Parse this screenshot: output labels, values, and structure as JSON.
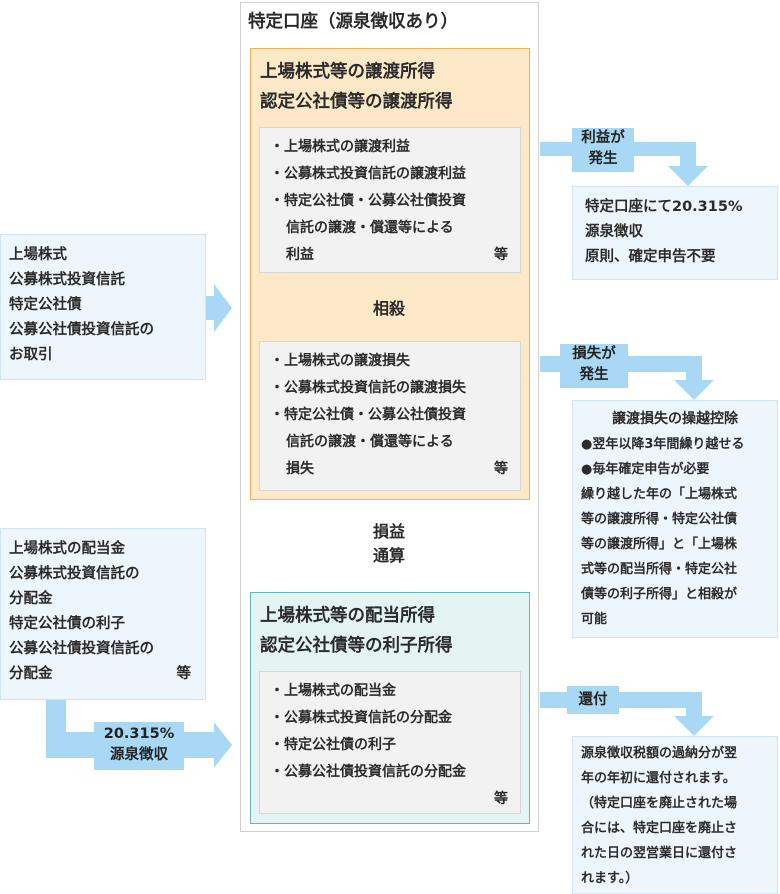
{
  "main": {
    "title": "特定口座（源泉徴収あり）",
    "transfer_section": {
      "heading": [
        "上場株式等の譲渡所得",
        "認定公社債等の譲渡所得"
      ],
      "profit_items": [
        "・上場株式の譲渡利益",
        "・公募株式投資信託の譲渡利益",
        "・特定公社債・公募公社債投資",
        "信託の譲渡・償還等による",
        "利益"
      ],
      "profit_etc": "等",
      "offset_label": "相殺",
      "loss_items": [
        "・上場株式の譲渡損失",
        "・公募株式投資信託の譲渡損失",
        "・特定公社債・公募公社債投資",
        "信託の譲渡・償還等による",
        "損失"
      ],
      "loss_etc": "等"
    },
    "profit_loss_label": [
      "損益",
      "通算"
    ],
    "dividend_section": {
      "heading": [
        "上場株式等の配当所得",
        "認定公社債等の利子所得"
      ],
      "items": [
        "・上場株式の配当金",
        "・公募株式投資信託の分配金",
        "・特定公社債の利子",
        "・公募公社債投資信託の分配金"
      ],
      "etc": "等"
    }
  },
  "left": {
    "transactions": [
      "上場株式",
      "公募株式投資信託",
      "特定公社債",
      "公募公社債投資信託の",
      "お取引"
    ],
    "dividends": [
      "上場株式の配当金",
      "公募株式投資信託の",
      "分配金",
      "特定公社債の利子",
      "公募公社債投資信託の",
      "分配金"
    ],
    "dividends_etc": "等",
    "withholding_label": [
      "20.315%",
      "源泉徴収"
    ]
  },
  "right": {
    "profit_label": [
      "利益が",
      "発生"
    ],
    "profit_result": [
      "特定口座にて20.315%",
      "源泉徴収",
      "原則、確定申告不要"
    ],
    "loss_label": [
      "損失が",
      "発生"
    ],
    "loss_result": {
      "title": "譲渡損失の操越控除",
      "bullets": [
        "●翌年以降3年間繰り越せる",
        "●毎年確定申告が必要"
      ],
      "text": [
        "繰り越した年の「上場株式",
        "等の譲渡所得・特定公社債",
        "等の譲渡所得」と「上場株",
        "式等の配当所得・特定公社",
        "債等の利子所得」と相殺が",
        "可能"
      ]
    },
    "refund_label": "還付",
    "refund_result": [
      "源泉徴収税額の過納分が翌",
      "年の年初に還付されます。",
      "（特定口座を廃止された場",
      "合には、特定口座を廃止さ",
      "れた日の翌営業日に還付さ",
      "れます。）"
    ]
  },
  "colors": {
    "flow_arrow": "#a9d8f4",
    "offset_arrow": "#cfcfcf",
    "profit_loss_arrow": "#f7b7b7",
    "orange_border": "#f0b15a",
    "teal_border": "#63b7b6"
  }
}
